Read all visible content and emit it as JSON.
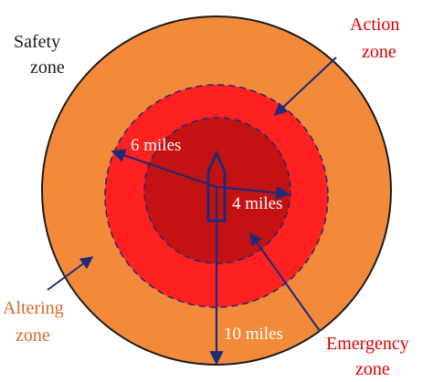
{
  "zones": {
    "safety": {
      "line1": "Safety",
      "line2": "zone"
    },
    "action": {
      "line1": "Action",
      "line2": "zone"
    },
    "altering": {
      "line1": "Altering",
      "line2": "zone"
    },
    "emergency": {
      "line1": "Emergency",
      "line2": "zone"
    }
  },
  "distances": {
    "six": "6  miles",
    "four": "4  miles",
    "ten": "10 miles"
  },
  "colors": {
    "safety_ring": "#f28a3a",
    "action_ring": "#ff2020",
    "emergency_disc": "#c41212",
    "arrow_navy": "#1f2a78",
    "text_red": "#e00000",
    "text_orange": "#d8692a"
  },
  "icons": {
    "vessel": "vessel-icon"
  }
}
